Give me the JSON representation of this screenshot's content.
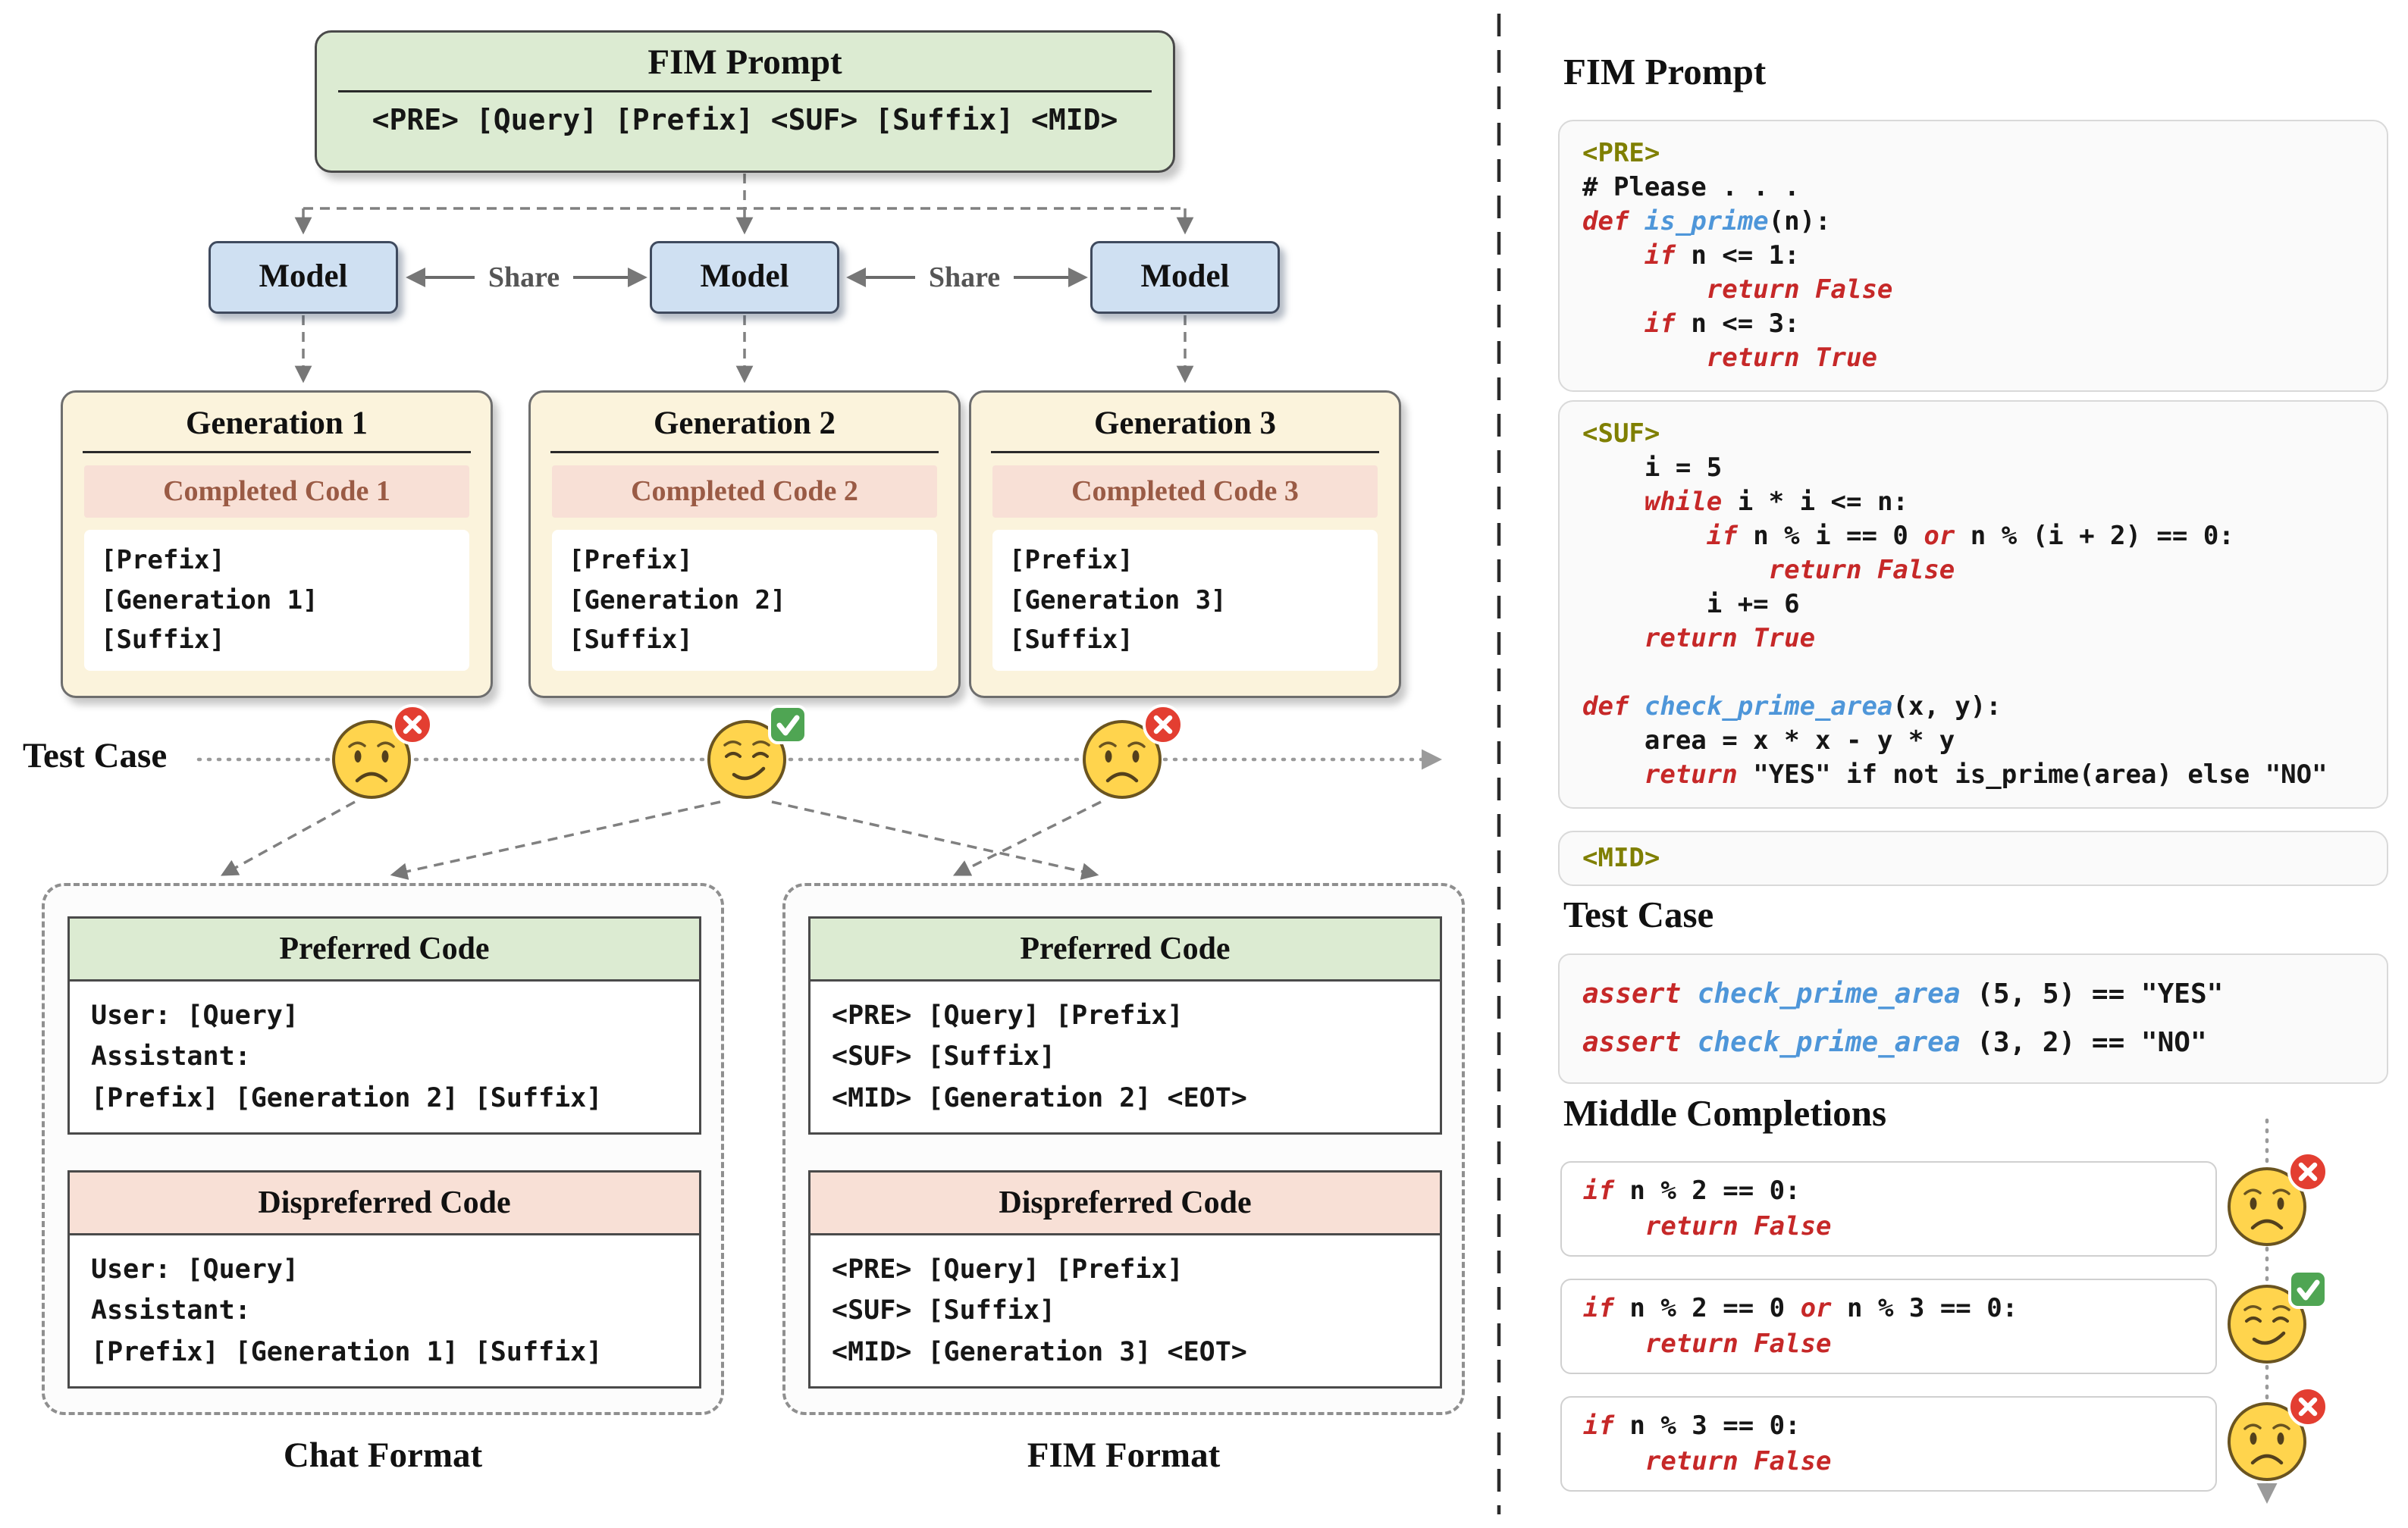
{
  "left": {
    "fim_prompt": {
      "title": "FIM Prompt",
      "code": "<PRE> [Query] [Prefix] <SUF> [Suffix] <MID>"
    },
    "share_label": "Share",
    "models": [
      {
        "label": "Model"
      },
      {
        "label": "Model"
      },
      {
        "label": "Model"
      }
    ],
    "generations": [
      {
        "title": "Generation 1",
        "header": "Completed Code 1",
        "lines": [
          "[Prefix]",
          "[Generation 1]",
          "[Suffix]"
        ],
        "result": "fail"
      },
      {
        "title": "Generation 2",
        "header": "Completed Code 2",
        "lines": [
          "[Prefix]",
          "[Generation 2]",
          "[Suffix]"
        ],
        "result": "pass"
      },
      {
        "title": "Generation 3",
        "header": "Completed Code 3",
        "lines": [
          "[Prefix]",
          "[Generation 3]",
          "[Suffix]"
        ],
        "result": "fail"
      }
    ],
    "test_case_label": "Test Case",
    "chat_format": {
      "label": "Chat Format",
      "preferred": {
        "title": "Preferred Code",
        "lines": [
          "User: [Query]",
          "Assistant:",
          "[Prefix] [Generation 2] [Suffix]"
        ]
      },
      "dispreferred": {
        "title": "Dispreferred Code",
        "lines": [
          "User: [Query]",
          "Assistant:",
          "[Prefix] [Generation 1] [Suffix]"
        ]
      }
    },
    "fim_format": {
      "label": "FIM Format",
      "preferred": {
        "title": "Preferred Code",
        "lines": [
          "<PRE> [Query] [Prefix]",
          "<SUF> [Suffix]",
          "<MID> [Generation 2] <EOT>"
        ]
      },
      "dispreferred": {
        "title": "Dispreferred Code",
        "lines": [
          "<PRE> [Query] [Prefix]",
          "<SUF> [Suffix]",
          "<MID> [Generation 3] <EOT>"
        ]
      }
    }
  },
  "right": {
    "fim_prompt_heading": "FIM Prompt",
    "pre_block": [
      [
        [
          "<PRE>",
          "tag"
        ]
      ],
      [
        [
          "# Please . . .",
          "p"
        ]
      ],
      [
        [
          "def ",
          "kw"
        ],
        [
          "is_prime",
          "fn"
        ],
        [
          "(n):",
          "p"
        ]
      ],
      [
        [
          "    ",
          "p"
        ],
        [
          "if ",
          "kw"
        ],
        [
          "n <= 1:",
          "p"
        ]
      ],
      [
        [
          "        ",
          "p"
        ],
        [
          "return False",
          "kw"
        ]
      ],
      [
        [
          "    ",
          "p"
        ],
        [
          "if ",
          "kw"
        ],
        [
          "n <= 3:",
          "p"
        ]
      ],
      [
        [
          "        ",
          "p"
        ],
        [
          "return True",
          "kw"
        ]
      ]
    ],
    "suf_block": [
      [
        [
          "<SUF>",
          "tag"
        ]
      ],
      [
        [
          "    i = 5",
          "p"
        ]
      ],
      [
        [
          "    ",
          "p"
        ],
        [
          "while ",
          "kw"
        ],
        [
          "i * i <= n:",
          "p"
        ]
      ],
      [
        [
          "        ",
          "p"
        ],
        [
          "if ",
          "kw"
        ],
        [
          "n % i == 0 ",
          "p"
        ],
        [
          "or ",
          "kw"
        ],
        [
          "n % (i + 2) == 0:",
          "p"
        ]
      ],
      [
        [
          "            ",
          "p"
        ],
        [
          "return False",
          "kw"
        ]
      ],
      [
        [
          "        i += 6",
          "p"
        ]
      ],
      [
        [
          "    ",
          "p"
        ],
        [
          "return True",
          "kw"
        ]
      ],
      [
        [
          "",
          "p"
        ]
      ],
      [
        [
          "def ",
          "kw"
        ],
        [
          "check_prime_area",
          "fn"
        ],
        [
          "(x, y):",
          "p"
        ]
      ],
      [
        [
          "    area = x * x - y * y",
          "p"
        ]
      ],
      [
        [
          "    ",
          "p"
        ],
        [
          "return ",
          "kw"
        ],
        [
          "\"YES\" if not is_prime(area) else \"NO\"",
          "p"
        ]
      ]
    ],
    "mid_block": [
      [
        [
          "<MID>",
          "tag"
        ]
      ]
    ],
    "test_case_heading": "Test Case",
    "test_case_block": [
      [
        [
          "assert ",
          "kw"
        ],
        [
          "check_prime_area ",
          "fn"
        ],
        [
          "(5, 5) == \"YES\"",
          "p"
        ]
      ],
      [
        [
          "assert ",
          "kw"
        ],
        [
          "check_prime_area ",
          "fn"
        ],
        [
          "(3, 2) == \"NO\"",
          "p"
        ]
      ]
    ],
    "middle_completions_heading": "Middle Completions",
    "completions": [
      {
        "code": [
          [
            [
              "if ",
              "kw"
            ],
            [
              "n % 2 == 0:",
              "p"
            ]
          ],
          [
            [
              "    ",
              "p"
            ],
            [
              "return False",
              "kw"
            ]
          ]
        ],
        "result": "fail"
      },
      {
        "code": [
          [
            [
              "if ",
              "kw"
            ],
            [
              "n % 2 == 0 ",
              "p"
            ],
            [
              "or ",
              "kw"
            ],
            [
              "n % 3 == 0:",
              "p"
            ]
          ],
          [
            [
              "    ",
              "p"
            ],
            [
              "return False",
              "kw"
            ]
          ]
        ],
        "result": "pass"
      },
      {
        "code": [
          [
            [
              "if ",
              "kw"
            ],
            [
              "n % 3 == 0:",
              "p"
            ]
          ],
          [
            [
              "    ",
              "p"
            ],
            [
              "return False",
              "kw"
            ]
          ]
        ],
        "result": "fail"
      }
    ]
  },
  "icons": {
    "fail_badge": "✗",
    "pass_badge": "✓",
    "sad_face": "frowning-face",
    "smirk_face": "smirking-face"
  },
  "colors": {
    "prompt_green": "#dcebd2",
    "model_blue": "#cfe0f2",
    "generation_cream": "#fbf3dc",
    "pink": "#f8e0d6",
    "keyword_red": "#c62828",
    "function_blue": "#4e96d9",
    "tag_olive": "#7f7f00",
    "pass_green": "#4fa553",
    "fail_red": "#e33e31"
  }
}
